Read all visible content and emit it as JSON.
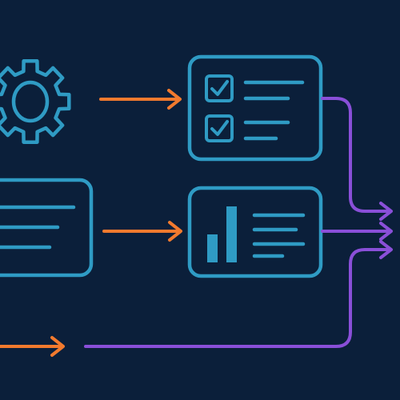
{
  "colors": {
    "background": "#0b1f3a",
    "outline": "#2f9bc4",
    "fill_accent": "#2f9bc4",
    "arrow_orange": "#f27a2e",
    "connector_purple": "#8a4fd8"
  },
  "icons": {
    "gear": "gear-icon",
    "text_card": "text-card-icon",
    "checklist_card": "checklist-card-icon",
    "chart_card": "bar-chart-card-icon",
    "checkmark": "checkmark-icon",
    "arrow": "arrow-right-icon"
  },
  "diagram": {
    "checklist_items": 2,
    "chart_bar_levels": [
      0.5,
      1.0
    ]
  }
}
